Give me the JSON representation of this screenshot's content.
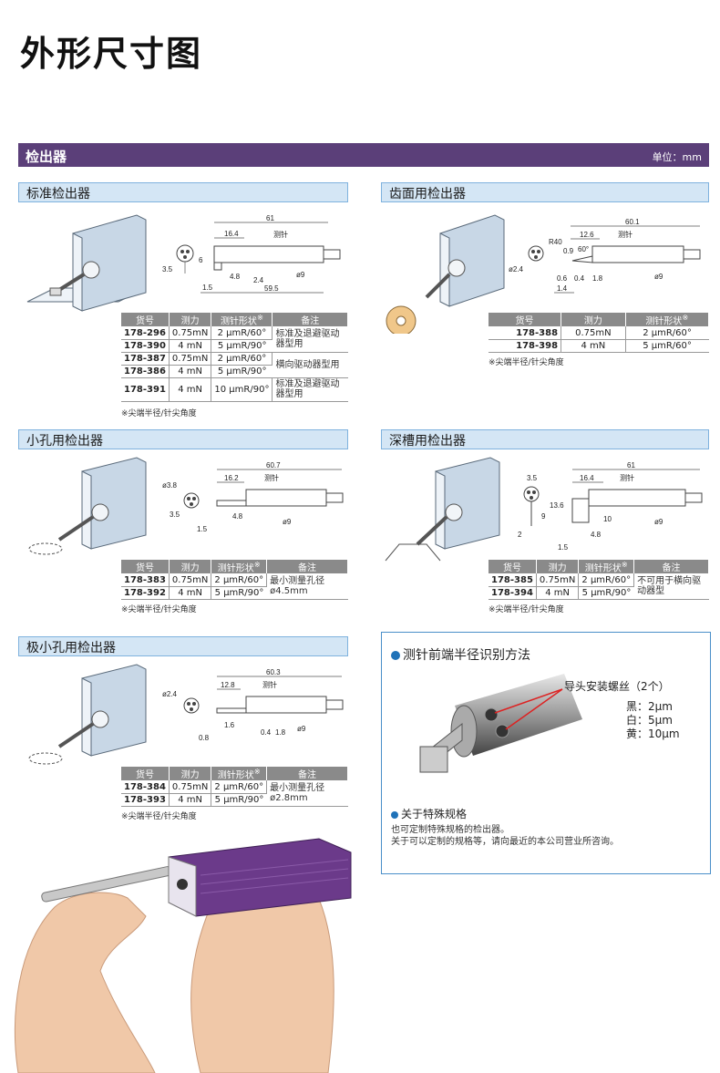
{
  "page_title": "外形尺寸图",
  "band": {
    "title": "检出器",
    "unit": "单位：mm"
  },
  "table_headers": {
    "code": "货号",
    "force": "测力",
    "shape": "测针形状",
    "shape_mark": "※",
    "note": "备注"
  },
  "footnote": "※尖端半径/针尖角度",
  "sections": {
    "standard": {
      "title": "标准检出器",
      "dims": {
        "total": "61",
        "tip": "16.4",
        "stylus": "测针",
        "d6": "6",
        "d35": "3.5",
        "d48": "4.8",
        "d24": "2.4",
        "d9": "ø9",
        "d15": "1.5",
        "d595": "59.5"
      },
      "rows": [
        {
          "code": "178-296",
          "force": "0.75mN",
          "shape": "2 μmR/60°",
          "note": "标准及退避驱动器型用"
        },
        {
          "code": "178-390",
          "force": "4 mN",
          "shape": "5 μmR/90°",
          "note": ""
        },
        {
          "code": "178-387",
          "force": "0.75mN",
          "shape": "2 μmR/60°",
          "note": "横向驱动器型用"
        },
        {
          "code": "178-386",
          "force": "4 mN",
          "shape": "5 μmR/90°",
          "note": ""
        },
        {
          "code": "178-391",
          "force": "4 mN",
          "shape": "10 μmR/90°",
          "note": "标准及退避驱动器型用"
        }
      ]
    },
    "gear": {
      "title": "齿面用检出器",
      "dims": {
        "total": "60.1",
        "tip": "12.6",
        "stylus": "测针",
        "r40": "R40",
        "d09": "0.9",
        "a60": "60°",
        "d24": "ø2.4",
        "d06": "0.6",
        "d04": "0.4",
        "d18": "1.8",
        "d14": "1.4",
        "d9": "ø9"
      },
      "rows": [
        {
          "code": "178-388",
          "force": "0.75mN",
          "shape": "2 μmR/60°"
        },
        {
          "code": "178-398",
          "force": "4 mN",
          "shape": "5 μmR/60°"
        }
      ]
    },
    "small_hole": {
      "title": "小孔用检出器",
      "dims": {
        "total": "60.7",
        "tip": "16.2",
        "stylus": "测针",
        "d38": "ø3.8",
        "d35": "3.5",
        "d48": "4.8",
        "d15": "1.5",
        "d9": "ø9"
      },
      "rows": [
        {
          "code": "178-383",
          "force": "0.75mN",
          "shape": "2 μmR/60°",
          "note": "最小测量孔径ø4.5mm"
        },
        {
          "code": "178-392",
          "force": "4 mN",
          "shape": "5 μmR/90°",
          "note": ""
        }
      ]
    },
    "deep_groove": {
      "title": "深槽用检出器",
      "dims": {
        "total": "61",
        "tip": "16.4",
        "stylus": "测针",
        "d35": "3.5",
        "d136": "13.6",
        "d9a": "9",
        "d10": "10",
        "d2": "2",
        "d48": "4.8",
        "d15": "1.5",
        "d9": "ø9"
      },
      "rows": [
        {
          "code": "178-385",
          "force": "0.75mN",
          "shape": "2 μmR/60°",
          "note": "不可用于横向驱动器型"
        },
        {
          "code": "178-394",
          "force": "4 mN",
          "shape": "5 μmR/90°",
          "note": ""
        }
      ]
    },
    "tiny_hole": {
      "title": "极小孔用检出器",
      "dims": {
        "total": "60.3",
        "tip": "12.8",
        "stylus": "测针",
        "d24": "ø2.4",
        "d16": "1.6",
        "d08": "0.8",
        "d04": "0.4",
        "d18": "1.8",
        "d9": "ø9"
      },
      "rows": [
        {
          "code": "178-384",
          "force": "0.75mN",
          "shape": "2 μmR/60°",
          "note": "最小测量孔径ø2.8mm"
        },
        {
          "code": "178-393",
          "force": "4 mN",
          "shape": "5 μmR/90°",
          "note": ""
        }
      ]
    }
  },
  "radius_panel": {
    "title": "测针前端半径识别方法",
    "screw_label": "导头安装螺丝（2个）",
    "legend": [
      "黑：2μm",
      "白：5μm",
      "黄：10μm"
    ],
    "special_title": "关于特殊规格",
    "special_text": [
      "也可定制特殊规格的检出器。",
      "关于可以定制的规格等，请向最近的本公司营业所咨询。"
    ]
  },
  "colors": {
    "band": "#5b3f79",
    "section_head": "#d4e6f5",
    "section_border": "#7fb2de",
    "dot": "#1f72b8",
    "device_purple": "#6b3a8a"
  }
}
